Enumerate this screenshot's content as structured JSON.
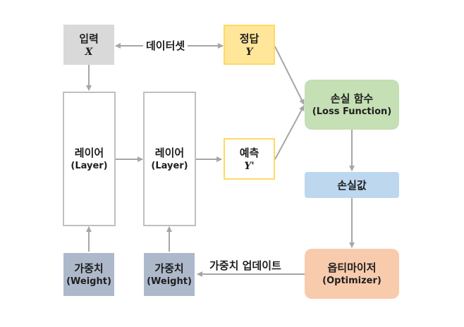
{
  "nodes": {
    "input": {
      "label": "입력",
      "var": "X"
    },
    "answer": {
      "label": "정답",
      "var": "Y"
    },
    "layer1": {
      "label": "레이어",
      "sub": "(Layer)"
    },
    "layer2": {
      "label": "레이어",
      "sub": "(Layer)"
    },
    "prediction": {
      "label": "예측",
      "var": "Y'"
    },
    "loss_function": {
      "label": "손실 함수",
      "sub": "(Loss Function)"
    },
    "loss_value": {
      "label": "손실값"
    },
    "optimizer": {
      "label": "옵티마이저",
      "sub": "(Optimizer)"
    },
    "weight1": {
      "label": "가중치",
      "sub": "(Weight)"
    },
    "weight2": {
      "label": "가중치",
      "sub": "(Weight)"
    }
  },
  "edge_labels": {
    "dataset": "데이터셋",
    "weight_update": "가중치 업데이트"
  },
  "colors": {
    "input_fill": "#d9d9d9",
    "answer_fill": "#ffe699",
    "answer_border": "#ffd966",
    "prediction_border": "#ffd966",
    "layer_border": "#bfbfbf",
    "loss_function_fill": "#c5e0b4",
    "loss_value_fill": "#bdd7ee",
    "optimizer_fill": "#f8cbad",
    "weight_fill": "#adb9ca",
    "arrow": "#a6a6a6"
  }
}
